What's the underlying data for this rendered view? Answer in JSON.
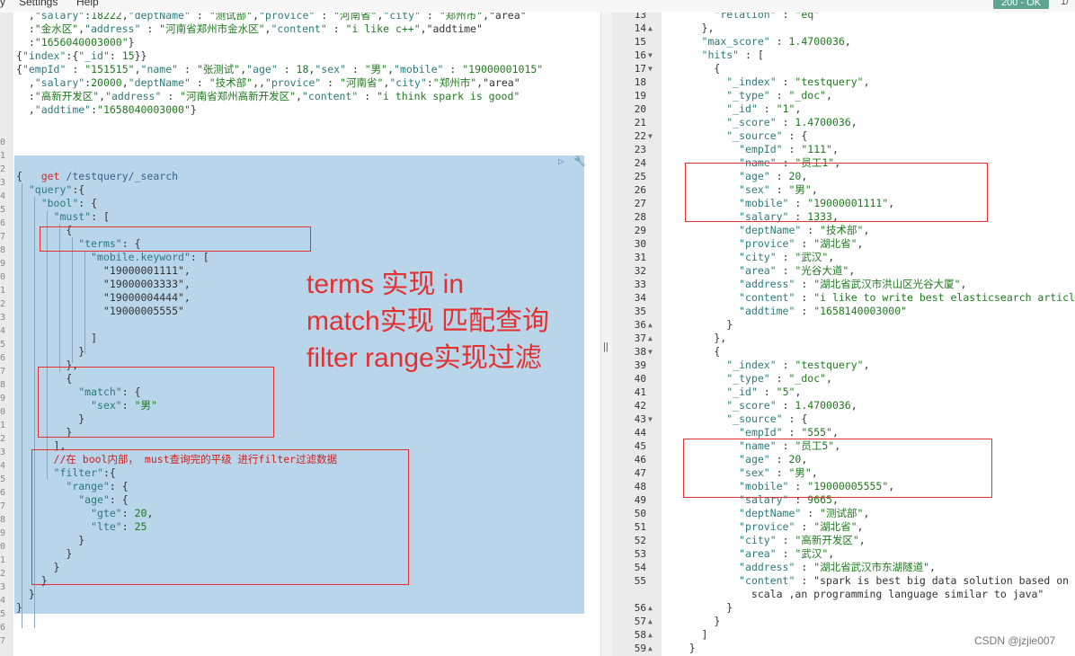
{
  "menu": {
    "items": [
      "y",
      "Settings",
      "Help"
    ]
  },
  "status": {
    "badge": "200 - OK",
    "extra": "1/"
  },
  "left_gutter": [
    "",
    "",
    "",
    "",
    "",
    "",
    "",
    "",
    "",
    "0",
    "1",
    "2",
    "3",
    "4",
    "5",
    "6",
    "7",
    "8",
    "9",
    "0",
    "1",
    "2",
    "3",
    "4",
    "5",
    "6",
    "7",
    "8",
    "9",
    "0",
    "1",
    "2",
    "3",
    "4",
    "5",
    "6",
    "7",
    "8",
    "9",
    "0",
    "1",
    "2",
    "3",
    "4",
    "5",
    "6",
    "7"
  ],
  "bulk_body": [
    "  ,\"salary\":18222,\"deptName\" : \"测试部\",\"provice\" : \"河南省\",\"city\" : \"郑州市\",\"area\"",
    "  :\"金水区\",\"address\" : \"河南省郑州市金水区\",\"content\" : \"i like c++\",\"addtime\"",
    "  :\"1656040003000\"}",
    "{\"index\":{\"_id\": 15}}",
    "{\"empId\" : \"151515\",\"name\" : \"张测试\",\"age\" : 18,\"sex\" : \"男\",\"mobile\" : \"19000001015\"",
    "  ,\"salary\":20000,\"deptName\" : \"技术部\",,\"provice\" : \"河南省\",\"city\":\"郑州市\",\"area\"",
    "  :\"高新开发区\",\"address\" : \"河南省郑州高新开发区\",\"content\" : \"i think spark is good\"",
    "  ,\"addtime\":\"1658040003000\"}"
  ],
  "request": {
    "method": "get",
    "path": "/testquery/_search",
    "lines": [
      "{",
      "  \"query\":{",
      "    \"bool\": {",
      "      \"must\": [",
      "        {",
      "          \"terms\": {",
      "            \"mobile.keyword\": [",
      "              \"19000001111\",",
      "              \"19000003333\",",
      "              \"19000004444\",",
      "              \"19000005555\"",
      "",
      "            ]",
      "          }",
      "        },",
      "        {",
      "          \"match\": {",
      "            \"sex\": \"男\"",
      "          }",
      "        }",
      "      ],",
      "      //在 bool内部， must查询完的平级 进行filter过滤数据",
      "      \"filter\":{",
      "        \"range\": {",
      "          \"age\": {",
      "            \"gte\": 20,",
      "            \"lte\": 25",
      "          }",
      "        }",
      "      }",
      "    }",
      "  }",
      "}"
    ]
  },
  "annotations": [
    "terms 实现 in",
    "match实现 匹配查询",
    "filter range实现过滤"
  ],
  "divider_handle": "||",
  "response": {
    "line_numbers": [
      "13",
      "14",
      "15",
      "16",
      "17",
      "18",
      "19",
      "20",
      "21",
      "22",
      "23",
      "24",
      "25",
      "26",
      "27",
      "28",
      "29",
      "30",
      "31",
      "32",
      "33",
      "34",
      "35",
      "36",
      "37",
      "38",
      "39",
      "40",
      "41",
      "42",
      "43",
      "44",
      "45",
      "46",
      "47",
      "48",
      "49",
      "50",
      "51",
      "52",
      "53",
      "54",
      "55",
      "",
      "56",
      "57",
      "58",
      "59"
    ],
    "folds": [
      "",
      "▲",
      "",
      "▼",
      "▼",
      "",
      "",
      "",
      "",
      "▼",
      "",
      "",
      "",
      "",
      "",
      "",
      "",
      "",
      "",
      "",
      "",
      "",
      "",
      "▲",
      "▲",
      "▼",
      "",
      "",
      "",
      "",
      "▼",
      "",
      "",
      "",
      "",
      "",
      "",
      "",
      "",
      "",
      "",
      "",
      "",
      "",
      "▲",
      "▲",
      "▲",
      "▲"
    ],
    "lines": [
      "        \"relation\" : \"eq\"",
      "      },",
      "      \"max_score\" : 1.4700036,",
      "      \"hits\" : [",
      "        {",
      "          \"_index\" : \"testquery\",",
      "          \"_type\" : \"_doc\",",
      "          \"_id\" : \"1\",",
      "          \"_score\" : 1.4700036,",
      "          \"_source\" : {",
      "            \"empId\" : \"111\",",
      "            \"name\" : \"员工1\",",
      "            \"age\" : 20,",
      "            \"sex\" : \"男\",",
      "            \"mobile\" : \"19000001111\",",
      "            \"salary\" : 1333,",
      "            \"deptName\" : \"技术部\",",
      "            \"provice\" : \"湖北省\",",
      "            \"city\" : \"武汉\",",
      "            \"area\" : \"光谷大道\",",
      "            \"address\" : \"湖北省武汉市洪山区光谷大厦\",",
      "            \"content\" : \"i like to write best elasticsearch article\",",
      "            \"addtime\" : \"1658140003000\"",
      "          }",
      "        },",
      "        {",
      "          \"_index\" : \"testquery\",",
      "          \"_type\" : \"_doc\",",
      "          \"_id\" : \"5\",",
      "          \"_score\" : 1.4700036,",
      "          \"_source\" : {",
      "            \"empId\" : \"555\",",
      "            \"name\" : \"员工5\",",
      "            \"age\" : 20,",
      "            \"sex\" : \"男\",",
      "            \"mobile\" : \"19000005555\",",
      "            \"salary\" : 9665,",
      "            \"deptName\" : \"测试部\",",
      "            \"provice\" : \"湖北省\",",
      "            \"city\" : \"高新开发区\",",
      "            \"area\" : \"武汉\",",
      "            \"address\" : \"湖北省武汉市东湖隧道\",",
      "            \"content\" : \"spark is best big data solution based on",
      "              scala ,an programming language similar to java\"",
      "          }",
      "        }",
      "      ]",
      "    }",
      "  }"
    ]
  },
  "watermark": "CSDN @jzjie007"
}
